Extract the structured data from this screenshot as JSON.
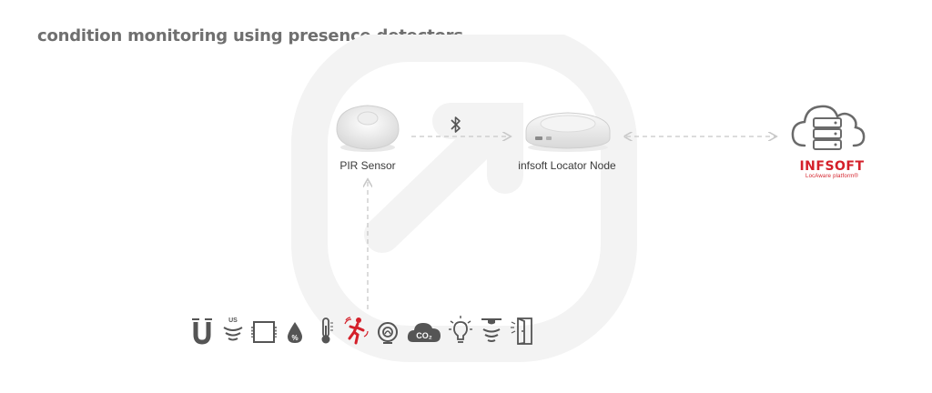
{
  "diagram": {
    "title": "condition monitoring using presence detectors",
    "nodes": {
      "pir_sensor": {
        "label": "PIR Sensor"
      },
      "locator_node": {
        "label": "infsoft Locator Node"
      },
      "platform": {
        "brand": "INFSOFT",
        "subtitle": "LocAware platform®"
      }
    },
    "connection_icon": "bluetooth-icon",
    "sensor_icons": [
      "magnet-icon",
      "ultrasonic-icon",
      "window-contact-icon",
      "humidity-icon",
      "thermometer-icon",
      "motion-person-icon",
      "smoke-detector-icon",
      "co2-cloud-icon",
      "light-bulb-icon",
      "ceiling-sensor-icon",
      "door-icon"
    ],
    "ultrasonic_label": "US",
    "humidity_label": "%",
    "co2_label": "CO₂",
    "colors": {
      "accent": "#d4202a",
      "icon": "#555555",
      "connector": "#c8c8c8",
      "text": "#3a3a3a"
    }
  }
}
